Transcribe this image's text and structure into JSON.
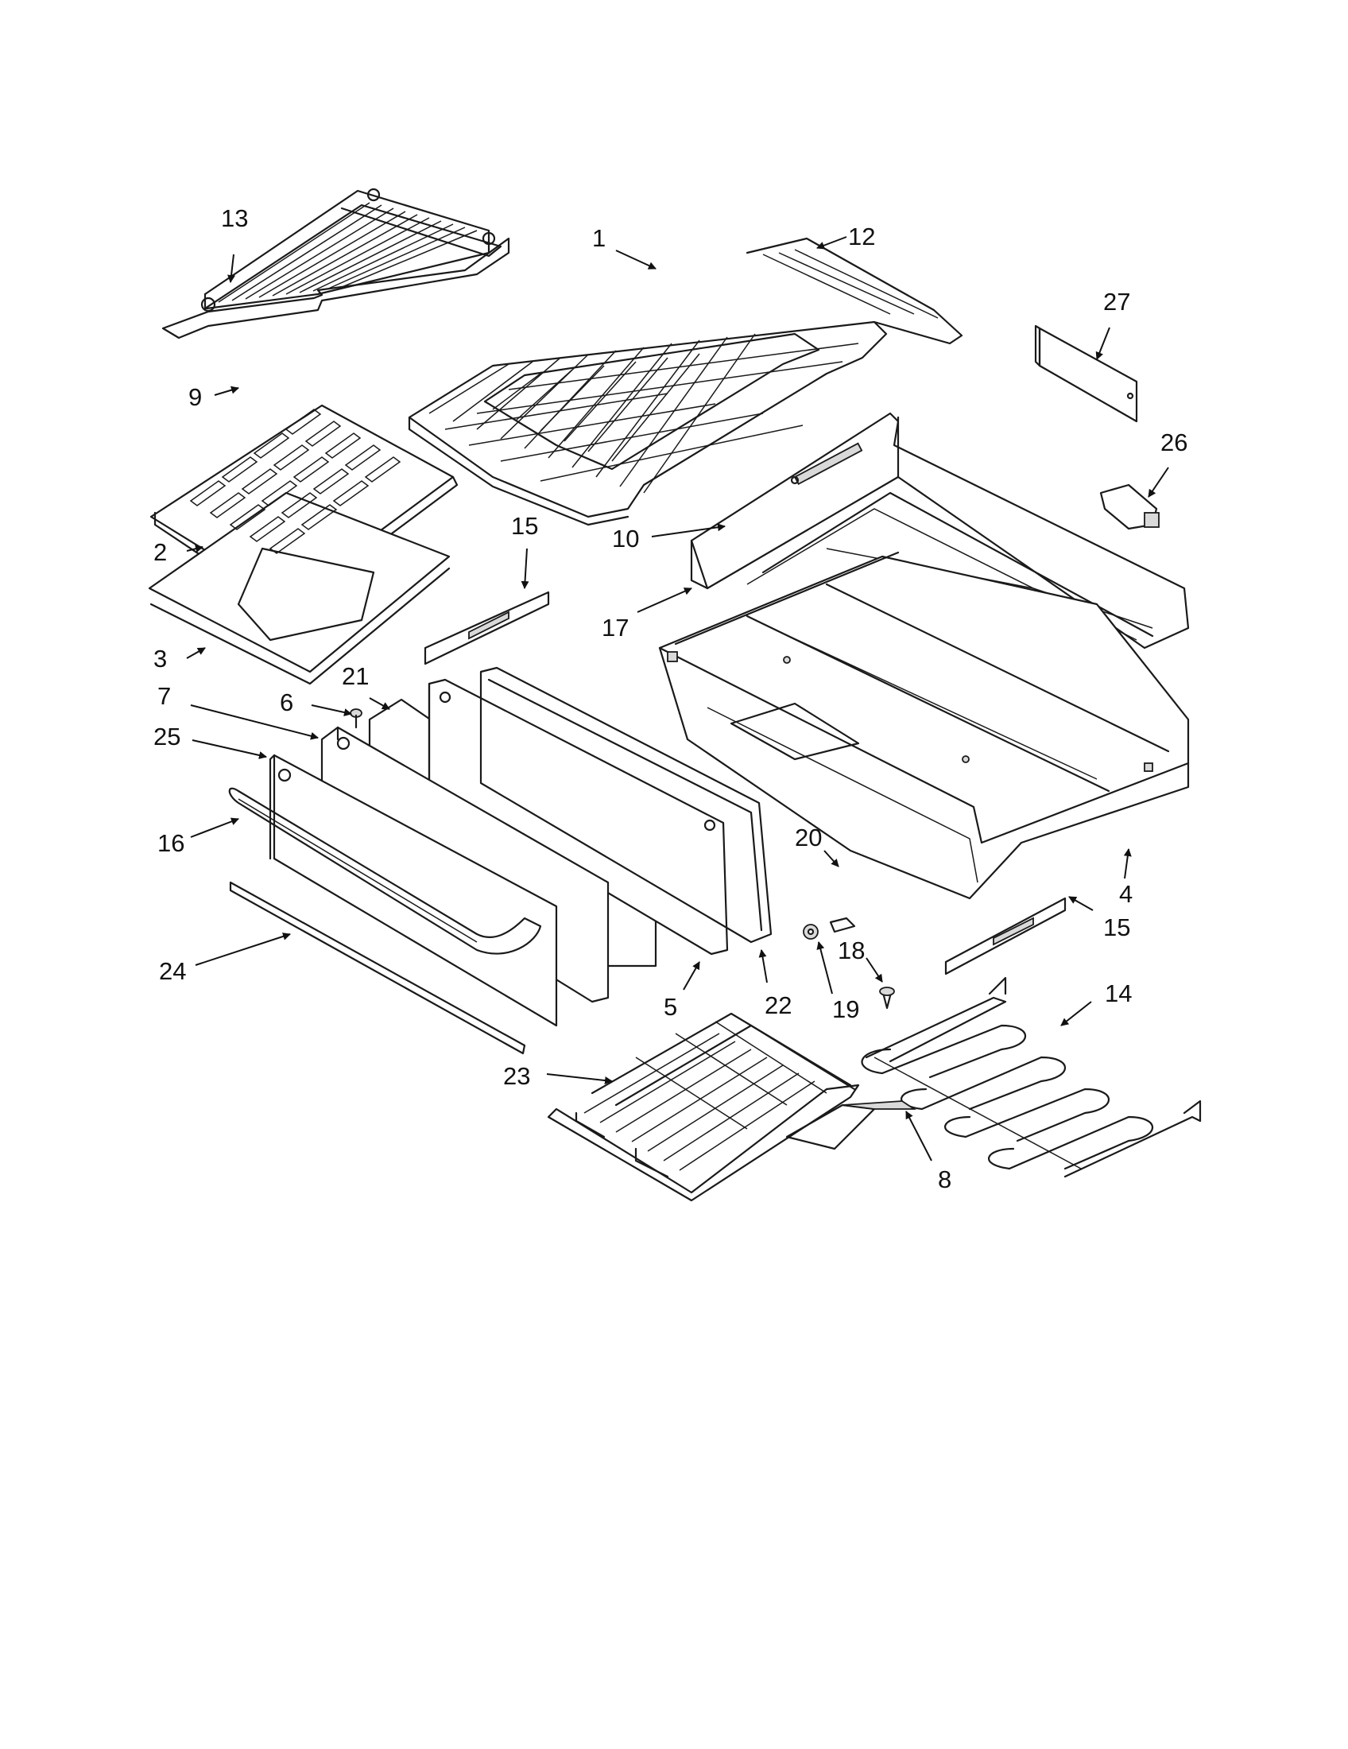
{
  "callouts": [
    {
      "id": "c1",
      "label": "1"
    },
    {
      "id": "c12",
      "label": "12"
    },
    {
      "id": "c13",
      "label": "13"
    },
    {
      "id": "c27",
      "label": "27"
    },
    {
      "id": "c9",
      "label": "9"
    },
    {
      "id": "c26",
      "label": "26"
    },
    {
      "id": "c2",
      "label": "2"
    },
    {
      "id": "c10",
      "label": "10"
    },
    {
      "id": "c15a",
      "label": "15"
    },
    {
      "id": "c3",
      "label": "3"
    },
    {
      "id": "c17",
      "label": "17"
    },
    {
      "id": "c7",
      "label": "7"
    },
    {
      "id": "c21",
      "label": "21"
    },
    {
      "id": "c6",
      "label": "6"
    },
    {
      "id": "c25",
      "label": "25"
    },
    {
      "id": "c16",
      "label": "16"
    },
    {
      "id": "c20",
      "label": "20"
    },
    {
      "id": "c4",
      "label": "4"
    },
    {
      "id": "c15b",
      "label": "15"
    },
    {
      "id": "c18",
      "label": "18"
    },
    {
      "id": "c24",
      "label": "24"
    },
    {
      "id": "c5",
      "label": "5"
    },
    {
      "id": "c22",
      "label": "22"
    },
    {
      "id": "c19",
      "label": "19"
    },
    {
      "id": "c14",
      "label": "14"
    },
    {
      "id": "c23",
      "label": "23"
    },
    {
      "id": "c8",
      "label": "8"
    }
  ]
}
